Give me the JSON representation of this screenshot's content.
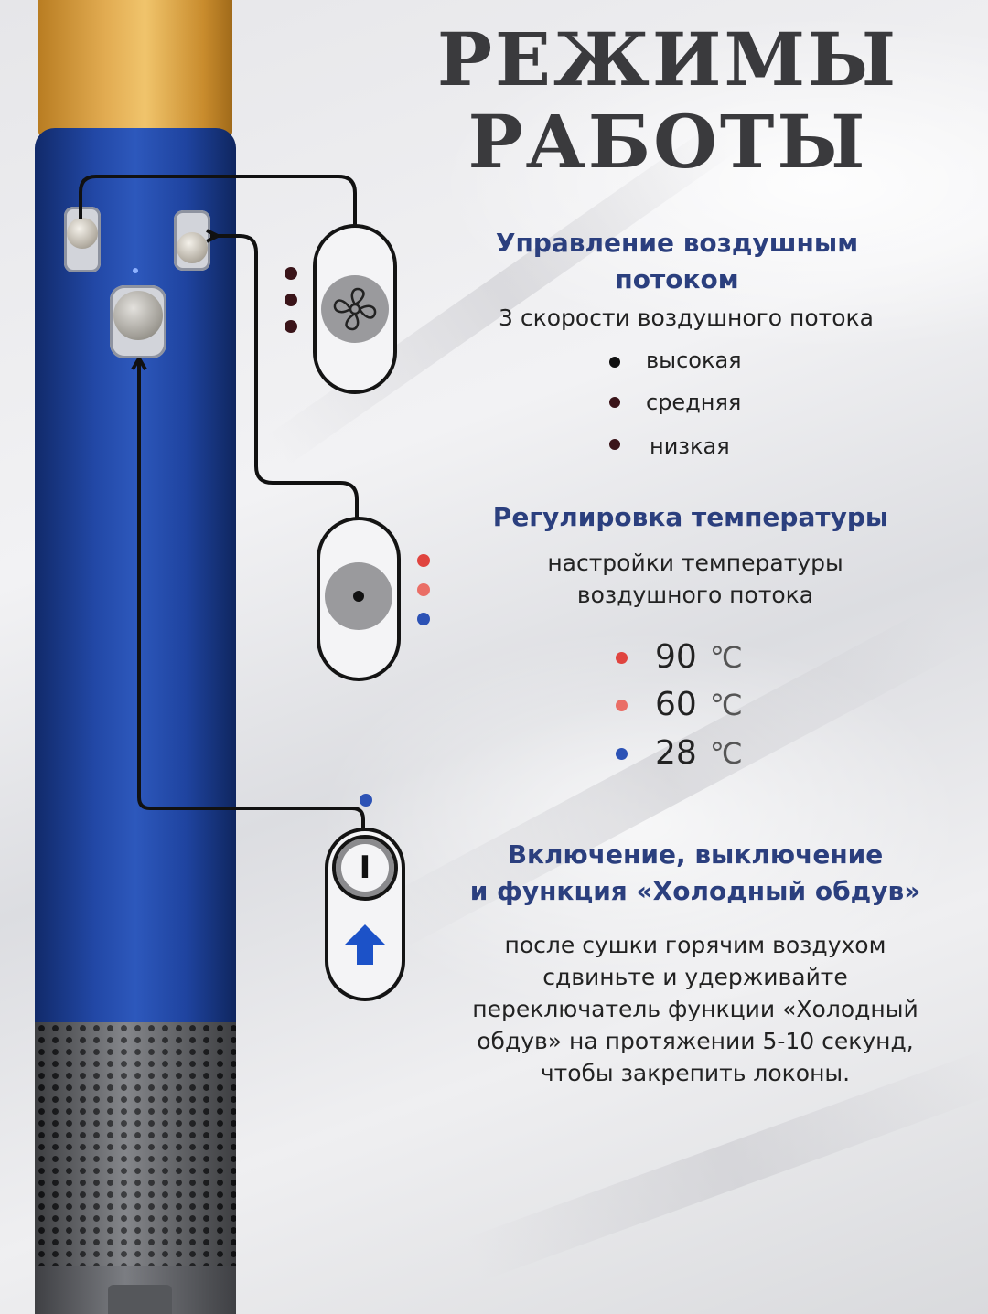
{
  "title": {
    "line1": "РЕЖИМЫ",
    "line2": "РАБОТЫ"
  },
  "airflow": {
    "heading_line1": "Управление воздушным",
    "heading_line2": "потоком",
    "subtitle": "3 скорости воздушного потока",
    "speeds": [
      {
        "label": "высокая",
        "color": "#111111"
      },
      {
        "label": "средняя",
        "color": "#3a1419"
      },
      {
        "label": "низкая",
        "color": "#3a1419"
      }
    ],
    "icon": "fan-icon"
  },
  "temperature": {
    "heading": "Регулировка температуры",
    "subtitle_line1": "настройки температуры",
    "subtitle_line2": "воздушного потока",
    "levels": [
      {
        "value": "90",
        "unit": "℃",
        "color": "#e0443f"
      },
      {
        "value": "60",
        "unit": "℃",
        "color": "#ea6e66"
      },
      {
        "value": "28",
        "unit": "℃",
        "color": "#2c52b5"
      }
    ],
    "icon": "dial-dot-icon"
  },
  "power": {
    "heading_line1": "Включение, выключение",
    "heading_line2": "и функция «Холодный обдув»",
    "description": [
      "после сушки горячим воздухом",
      "сдвиньте и удерживайте",
      "переключатель функции «Холодный",
      "обдув» на протяжении 5-10 секунд,",
      "чтобы закрепить локоны."
    ],
    "power_symbol": "I",
    "icons": [
      "power-icon",
      "arrow-up-icon"
    ],
    "indicator_color": "#2c52b5"
  },
  "colors": {
    "heading": "#2b3f7e",
    "device_blue": "#2248a6",
    "device_gold": "#e2ac52"
  }
}
